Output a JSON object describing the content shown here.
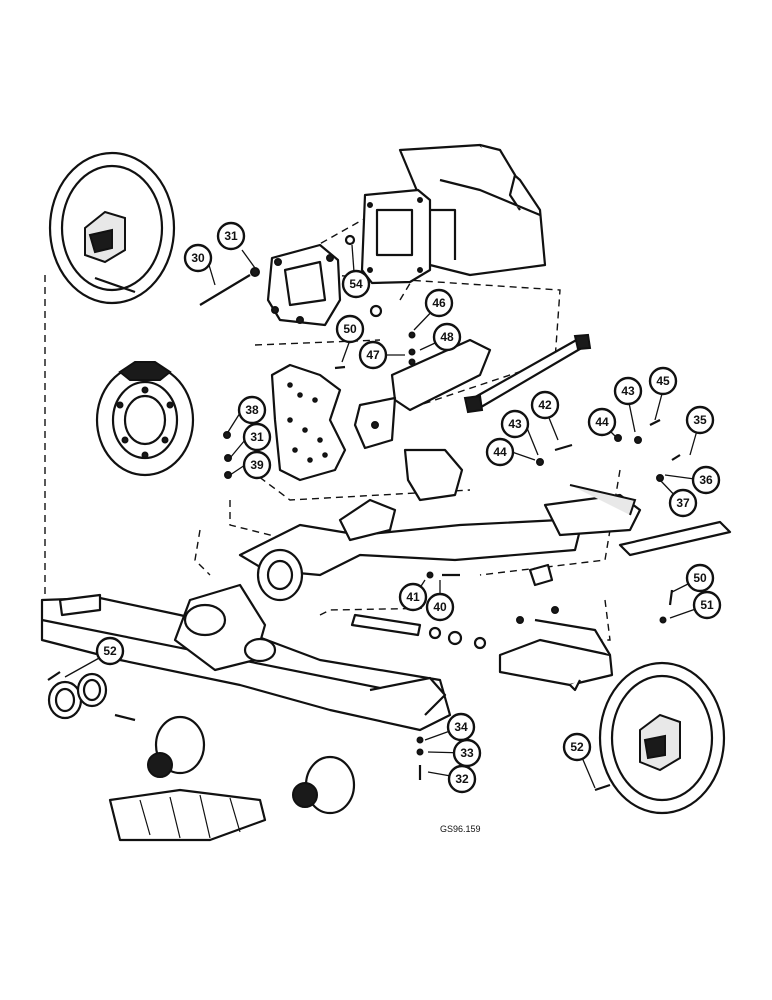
{
  "drawing_ref": "GS96.159",
  "callouts": [
    {
      "id": "c30",
      "label": "30"
    },
    {
      "id": "c31a",
      "label": "31"
    },
    {
      "id": "c54",
      "label": "54"
    },
    {
      "id": "c46",
      "label": "46"
    },
    {
      "id": "c50a",
      "label": "50"
    },
    {
      "id": "c47",
      "label": "47"
    },
    {
      "id": "c48",
      "label": "48"
    },
    {
      "id": "c38",
      "label": "38"
    },
    {
      "id": "c31b",
      "label": "31"
    },
    {
      "id": "c39",
      "label": "39"
    },
    {
      "id": "c43a",
      "label": "43"
    },
    {
      "id": "c42",
      "label": "42"
    },
    {
      "id": "c44a",
      "label": "44"
    },
    {
      "id": "c44b",
      "label": "44"
    },
    {
      "id": "c43b",
      "label": "43"
    },
    {
      "id": "c45",
      "label": "45"
    },
    {
      "id": "c35",
      "label": "35"
    },
    {
      "id": "c36",
      "label": "36"
    },
    {
      "id": "c37",
      "label": "37"
    },
    {
      "id": "c41",
      "label": "41"
    },
    {
      "id": "c40",
      "label": "40"
    },
    {
      "id": "c50b",
      "label": "50"
    },
    {
      "id": "c51",
      "label": "51"
    },
    {
      "id": "c52a",
      "label": "52"
    },
    {
      "id": "c34",
      "label": "34"
    },
    {
      "id": "c33",
      "label": "33"
    },
    {
      "id": "c32",
      "label": "32"
    },
    {
      "id": "c52b",
      "label": "52"
    }
  ]
}
